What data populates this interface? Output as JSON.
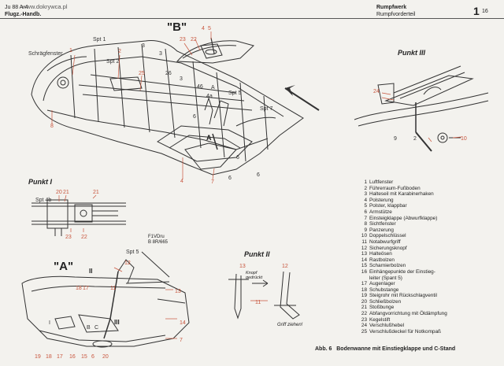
{
  "header": {
    "left_line1": "Ju 88 A-4",
    "left_line2": "Flugz.-Handb.",
    "watermark": "www.dokrywca.pl",
    "center_line1": "Rumpfwerk",
    "center_line2": "Rumpfvorderteil",
    "page_number": "1",
    "page_sub": "16"
  },
  "labels": {
    "detail_b": "\"B\"",
    "detail_a": "\"A\"",
    "punkt_1": "Punkt I",
    "punkt_2": "Punkt II",
    "punkt_3": "Punkt III",
    "doc_ref_1": "F1VDru",
    "doc_ref_2": "B 8R/665",
    "spt1": "Spt 1",
    "spt2": "Spt 2",
    "spt5": "Spt 5",
    "spt7": "Spt 7",
    "spt4b": "Spt 4b",
    "schraeg": "Schrägfenster",
    "knopf": "Knopf gedrückt",
    "griff": "Griff ziehen!",
    "mark_a": "A",
    "mark_b": "B",
    "mark_c": "C",
    "mark_i": "I",
    "mark_ii": "II",
    "mark_iii": "III"
  },
  "legend": [
    {
      "num": "1",
      "text": "Luftfenster"
    },
    {
      "num": "2",
      "text": "Führerraum-Fußboden"
    },
    {
      "num": "3",
      "text": "Halteseil mit Karabinerhaken"
    },
    {
      "num": "4",
      "text": "Polsterung"
    },
    {
      "num": "5",
      "text": "Polster, klappbar"
    },
    {
      "num": "6",
      "text": "Armstütze"
    },
    {
      "num": "7",
      "text": "Einsteigklappe (Abwurfklappe)"
    },
    {
      "num": "8",
      "text": "Sichtfenster"
    },
    {
      "num": "9",
      "text": "Panzerung"
    },
    {
      "num": "10",
      "text": "Doppelschlüssel"
    },
    {
      "num": "11",
      "text": "Notabwurfgriff"
    },
    {
      "num": "12",
      "text": "Sicherungsknopf"
    },
    {
      "num": "13",
      "text": "Halteösen"
    },
    {
      "num": "14",
      "text": "Rastbolzen"
    },
    {
      "num": "15",
      "text": "Scharnierbolzen"
    },
    {
      "num": "16",
      "text": "Einhängepunkte der Einstieg-"
    },
    {
      "num": "",
      "text": "leiter (Spant 5)"
    },
    {
      "num": "17",
      "text": "Augenlager"
    },
    {
      "num": "18",
      "text": "Schubstange"
    },
    {
      "num": "19",
      "text": "Steigrohr mit Rückschlagventil"
    },
    {
      "num": "20",
      "text": "Schließbolzen"
    },
    {
      "num": "21",
      "text": "Stoßbunge"
    },
    {
      "num": "22",
      "text": "Abfangvorrichtung mit Öldämpfung"
    },
    {
      "num": "23",
      "text": "Kegelstift"
    },
    {
      "num": "24",
      "text": "Verschlußhebel"
    },
    {
      "num": "25",
      "text": "Verschlußdeckel für Notkompaß"
    }
  ],
  "caption": {
    "abb": "Abb. 6",
    "text": "Bodenwanne mit Einstiegklappe und C-Stand"
  }
}
